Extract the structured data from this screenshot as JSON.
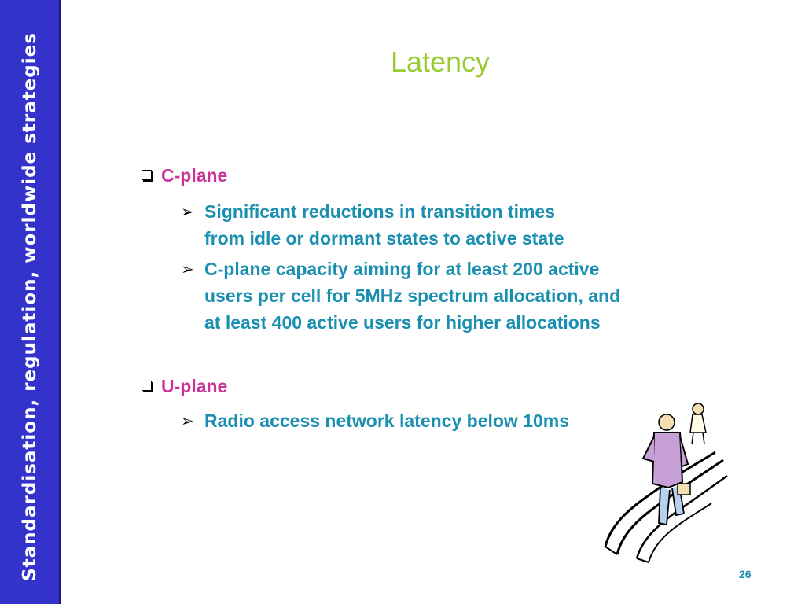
{
  "sidebar": {
    "text": "Standardisation, regulation, worldwide strategies"
  },
  "slide": {
    "title": "Latency",
    "sections": [
      {
        "heading": "C-plane",
        "bullets": [
          {
            "lines": [
              "Significant reductions in transition times",
              "from idle or dormant states to active state"
            ]
          },
          {
            "lines": [
              "C-plane capacity aiming for at least 200 active",
              "users per cell for 5MHz spectrum allocation, and",
              "at least 400 active users for higher allocations"
            ]
          }
        ]
      },
      {
        "heading": "U-plane",
        "bullets": [
          {
            "lines": [
              "Radio access network latency below 10ms"
            ]
          }
        ]
      }
    ],
    "page_number": "26"
  },
  "icons": {
    "bullet_level1": "checkbox-square-icon",
    "bullet_level2": "arrowhead-icon",
    "clipart": "escalator-people-illustration"
  },
  "colors": {
    "sidebar": "#3333cc",
    "title": "#99cc33",
    "heading": "#cc3399",
    "body": "#1a8fb0"
  }
}
